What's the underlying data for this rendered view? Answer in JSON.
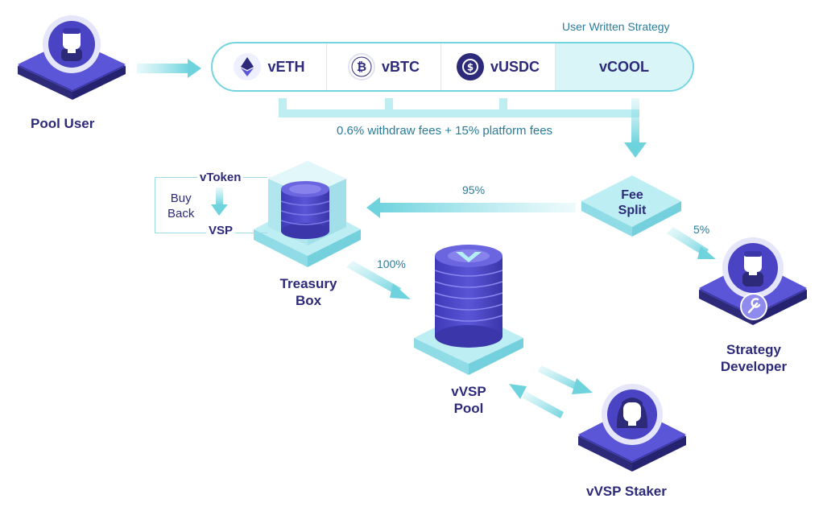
{
  "strategy_label": "User Written Strategy",
  "tokens": [
    {
      "label": "vETH",
      "icon": "ethereum-icon"
    },
    {
      "label": "vBTC",
      "icon": "bitcoin-icon"
    },
    {
      "label": "vUSDC",
      "icon": "usdc-icon"
    },
    {
      "label": "vCOOL",
      "icon": ""
    }
  ],
  "fees_note": "0.6% withdraw fees + 15% platform fees",
  "pool_user": {
    "label": "Pool User"
  },
  "fee_split": {
    "line1": "Fee",
    "line2": "Split"
  },
  "split_95": "95%",
  "split_5": "5%",
  "transfer_100": "100%",
  "treasury": {
    "line1": "Treasury",
    "line2": "Box"
  },
  "buyback": {
    "vtoken": "vToken",
    "line1": "Buy",
    "line2": "Back",
    "vsp": "VSP"
  },
  "vvsp_pool": {
    "line1": "vVSP",
    "line2": "Pool"
  },
  "strategy_developer": {
    "line1": "Strategy",
    "line2": "Developer"
  },
  "vvsp_staker": {
    "label": "vVSP Staker"
  },
  "colors": {
    "navy": "#2d2a7a",
    "purple": "#5b56d8",
    "violet": "#4a44c4",
    "teal": "#6fd3de",
    "teal_light": "#bfeef2",
    "accent_text": "#2a7c9a"
  }
}
